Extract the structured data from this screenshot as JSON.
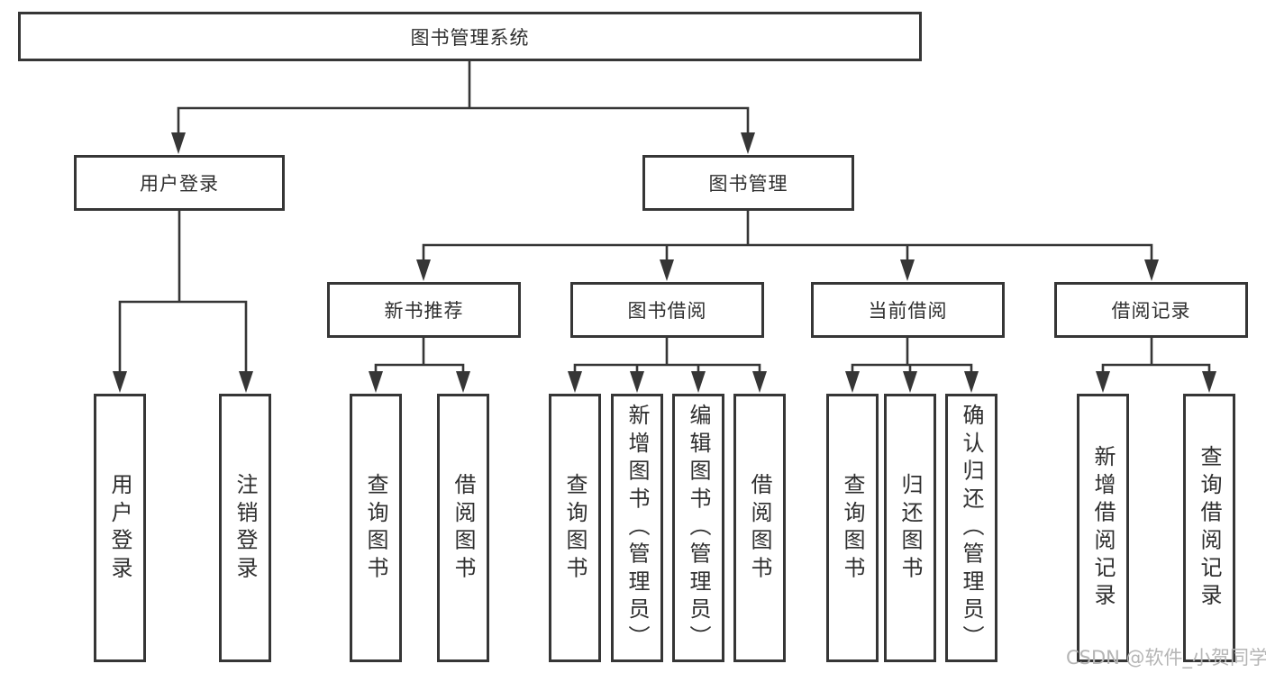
{
  "diagram": {
    "type": "org-chart",
    "colors": {
      "line": "#363636",
      "border": "#363636",
      "text": "#2f2f2f",
      "watermark": "#b5b5b5",
      "background": "#ffffff"
    },
    "watermark": "CSDN @软件_小贺同学",
    "tree": {
      "label": "图书管理系统",
      "children": [
        {
          "label": "用户登录",
          "children": [
            {
              "label": "用户登录"
            },
            {
              "label": "注销登录"
            }
          ]
        },
        {
          "label": "图书管理",
          "children": [
            {
              "label": "新书推荐",
              "children": [
                {
                  "label": "查询图书"
                },
                {
                  "label": "借阅图书"
                }
              ]
            },
            {
              "label": "图书借阅",
              "children": [
                {
                  "label": "查询图书"
                },
                {
                  "label": "新增图书（管理员）"
                },
                {
                  "label": "编辑图书（管理员）"
                },
                {
                  "label": "借阅图书"
                }
              ]
            },
            {
              "label": "当前借阅",
              "children": [
                {
                  "label": "查询图书"
                },
                {
                  "label": "归还图书"
                },
                {
                  "label": "确认归还（管理员）"
                }
              ]
            },
            {
              "label": "借阅记录",
              "children": [
                {
                  "label": "新增借阅记录"
                },
                {
                  "label": "查询借阅记录"
                }
              ]
            }
          ]
        }
      ]
    }
  }
}
